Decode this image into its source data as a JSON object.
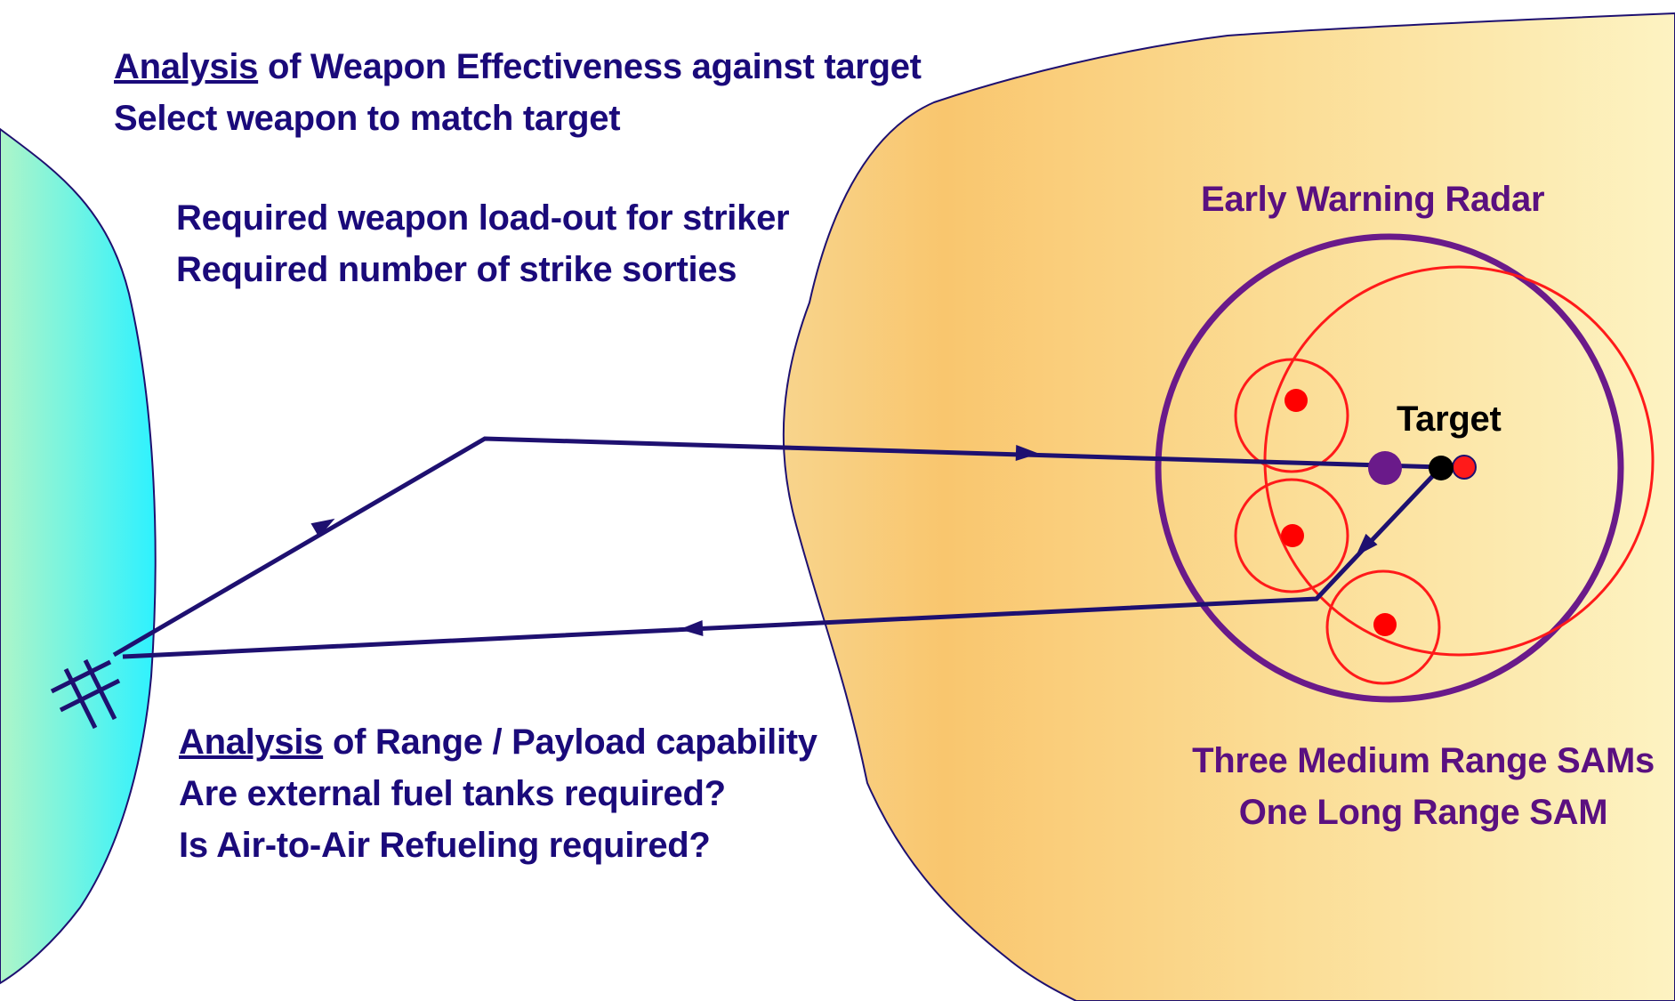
{
  "weapon_analysis": {
    "line1_underlined": "Analysis",
    "line1_rest": " of Weapon Effectiveness against target",
    "line2": "Select weapon to match target"
  },
  "loadout": {
    "line1": "Required weapon load-out for striker",
    "line2": "Required number of strike sorties"
  },
  "range_analysis": {
    "line1_underlined": "Analysis",
    "line1_rest": " of Range / Payload capability",
    "line2": "Are external fuel tanks required?",
    "line3": "Is Air-to-Air Refueling required?"
  },
  "labels": {
    "early_warning_radar": "Early Warning Radar",
    "target": "Target",
    "sams_line1": "Three Medium Range SAMs",
    "sams_line2": "One Long Range SAM"
  },
  "colors": {
    "route": "#1e1070",
    "radar_ring": "#6a1a8a",
    "sam_ring": "#ff1a1a",
    "friendly_land": "#33f0f0",
    "enemy_land": "#f9cc7a"
  },
  "icons": {
    "airbase": "hash-airbase-icon",
    "route_arrow": "arrowhead-icon",
    "sam_site": "red-dot-icon"
  }
}
